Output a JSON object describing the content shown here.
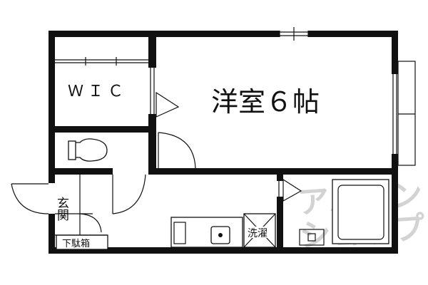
{
  "floor_plan": {
    "rooms": {
      "western_room": "洋室６帖",
      "walk_in_closet": "ＷＩＣ",
      "entrance": "玄関",
      "shoe_box": "下駄箱",
      "laundry": "洗濯"
    },
    "watermark": "アパマンショップ",
    "colors": {
      "wall": "#111111",
      "background": "#ffffff",
      "watermark": "#cfcfcf"
    }
  }
}
